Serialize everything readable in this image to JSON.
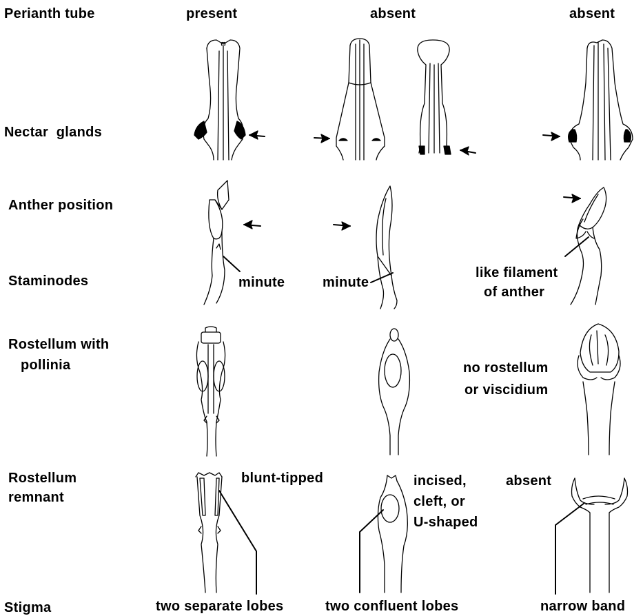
{
  "rows": {
    "perianth_tube": "Perianth tube",
    "nectar_glands": "Nectar  glands",
    "anther_position": "Anther position",
    "staminodes": "Staminodes",
    "rostellum_line1": "Rostellum with",
    "rostellum_line2": "pollinia",
    "remnant_line1": "Rostellum",
    "remnant_line2": "remnant",
    "stigma": "Stigma"
  },
  "columns": {
    "col1": "present",
    "col2": "absent",
    "col3": "absent"
  },
  "annotations": {
    "staminode_col1": "minute",
    "staminode_col2": "minute",
    "staminode_col3_line1": "like filament",
    "staminode_col3_line2": "of anther",
    "no_rostellum_line1": "no rostellum",
    "no_rostellum_line2": "or viscidium",
    "remnant_col1": "blunt-tipped",
    "remnant_col2_line1": "incised,",
    "remnant_col2_line2": "cleft, or",
    "remnant_col2_line3": "U-shaped",
    "remnant_col3": "absent",
    "stigma_col1": "two separate lobes",
    "stigma_col2": "two confluent lobes",
    "stigma_col3": "narrow band"
  }
}
